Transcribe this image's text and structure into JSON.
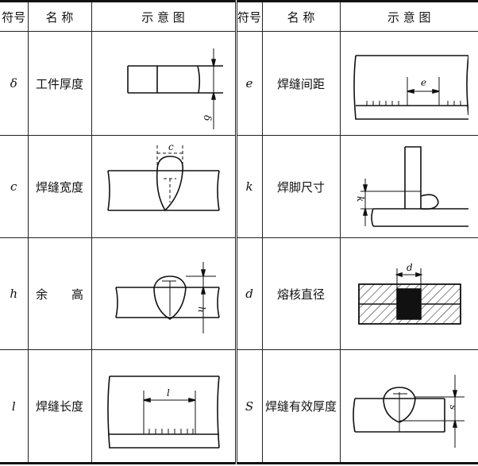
{
  "header": {
    "symbol": "符号",
    "name": "名 称",
    "diagram": "示 意 图"
  },
  "rows": [
    {
      "left": {
        "symbol": "δ",
        "name": "工件厚度",
        "label": "δ"
      },
      "right": {
        "symbol": "e",
        "name": "焊缝间距",
        "label": "e"
      }
    },
    {
      "left": {
        "symbol": "c",
        "name": "焊缝宽度",
        "label": "c"
      },
      "right": {
        "symbol": "k",
        "name": "焊脚尺寸",
        "label": "k"
      }
    },
    {
      "left": {
        "symbol": "h",
        "name": "余　　高",
        "label": "h"
      },
      "right": {
        "symbol": "d",
        "name": "熔核直径",
        "label": "d"
      }
    },
    {
      "left": {
        "symbol": "l",
        "name": "焊缝长度",
        "label": "l"
      },
      "right": {
        "symbol": "S",
        "name": "焊缝有效厚度",
        "label": "s"
      }
    }
  ]
}
